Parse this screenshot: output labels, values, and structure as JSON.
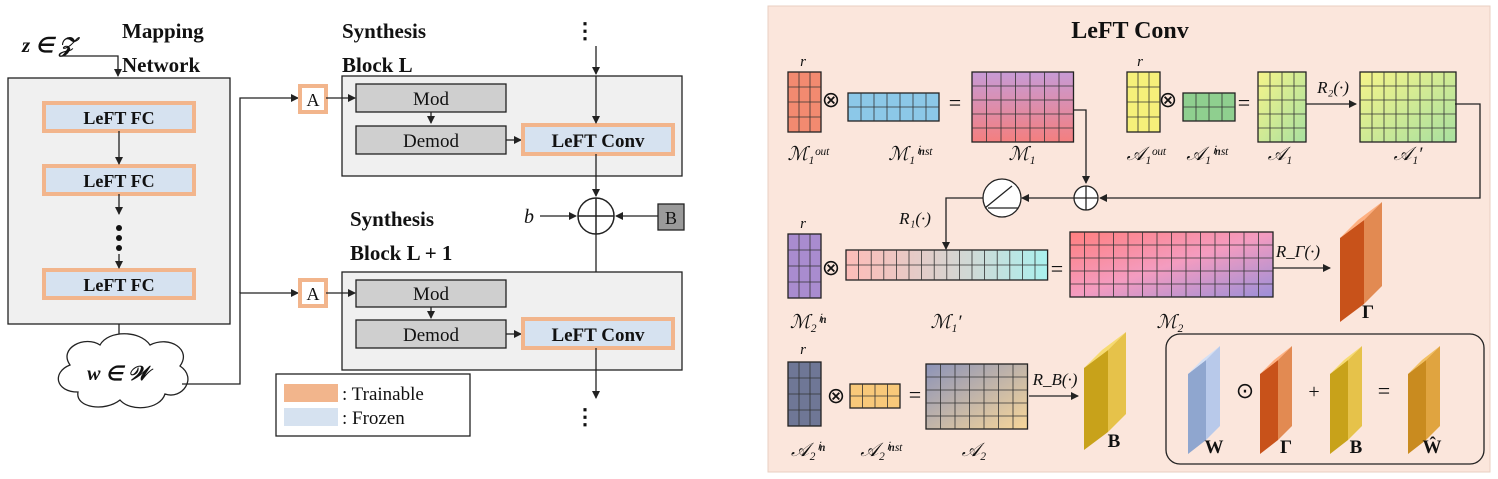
{
  "mapping": {
    "input": "z ∈ 𝒵",
    "title_line1": "Mapping",
    "title_line2": "Network",
    "fc_label": "LeFT FC",
    "latent": "w ∈ 𝒲"
  },
  "synthesis": {
    "block1_line1": "Synthesis",
    "block1_line2": "Block L",
    "block2_line1": "Synthesis",
    "block2_line2": "Block L + 1",
    "affine_label": "A",
    "mod_label": "Mod",
    "demod_label": "Demod",
    "conv_label": "LeFT Conv",
    "bias_label": "b",
    "noise_label": "B",
    "ellipsis": "⋮"
  },
  "legend": {
    "trainable_label": ": Trainable",
    "frozen_label": ": Frozen"
  },
  "left_conv": {
    "title": "LeFT Conv",
    "rank_label": "r",
    "m1_out": "ℳ₁ᵒᵘᵗ",
    "m1_inst": "ℳ₁ⁱⁿˢᵗ",
    "m1": "ℳ₁",
    "a1_out": "𝒜₁ᵒᵘᵗ",
    "a1_inst": "𝒜₁ⁱⁿˢᵗ",
    "a1": "𝒜₁",
    "a1_prime": "𝒜₁′",
    "r2_op": "R₂(·)",
    "r1_op": "R₁(·)",
    "m2_in": "ℳ₂ⁱⁿ",
    "m1_prime": "ℳ₁′",
    "m2": "ℳ₂",
    "rgamma_op": "R_Γ(·)",
    "gamma": "Γ",
    "a2_in": "𝒜₂ⁱⁿ",
    "a2_inst": "𝒜₂ⁱⁿˢᵗ",
    "a2": "𝒜₂",
    "rb_op": "R_B(·)",
    "beta": "B",
    "w": "W",
    "w_hat": "Ŵ",
    "otimes": "⊗",
    "odot": "⊙",
    "plus": "+",
    "equals": "="
  },
  "colors": {
    "trainable": "#f2b58c",
    "frozen": "#d6e2f0",
    "panel_bg": "#fbe6dc",
    "block_bg": "#f0f0f0",
    "gamma_face": "#c8521a",
    "beta_face": "#c8a21a",
    "w_face": "#8fa6cf"
  }
}
